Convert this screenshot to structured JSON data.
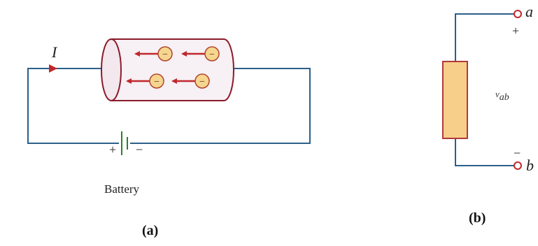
{
  "figure_a": {
    "current_label": "I",
    "plus_sign": "+",
    "minus_sign": "−",
    "battery_label": "Battery",
    "caption": "(a)",
    "charge_symbol": "−",
    "charge_count": 4
  },
  "figure_b": {
    "terminal_a": "a",
    "terminal_b": "b",
    "plus_sign": "+",
    "minus_sign": "−",
    "voltage_label_main": "v",
    "voltage_label_sub": "ab",
    "caption": "(b)"
  },
  "colors": {
    "wire": "#2b5f8a",
    "cylinder_outline": "#8b1a2a",
    "cylinder_fill": "#f7f0f4",
    "charge_fill": "#f6d58e",
    "charge_outline": "#b0452f",
    "arrow": "#c0282d",
    "battery": "#2e7d32",
    "resistor_fill": "#f7cf8a",
    "resistor_outline": "#b3383a",
    "terminal": "#c0282d"
  }
}
